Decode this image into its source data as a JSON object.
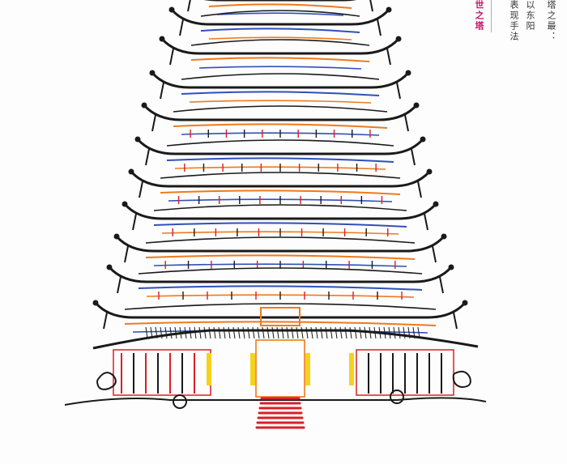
{
  "poster": {
    "subject": "pagoda-line-drawing",
    "caption_vertical": "世之塔",
    "text_columns": [
      "以东阳",
      "表现手法",
      "塔之最："
    ],
    "colors": {
      "ink": "#1a1a1a",
      "orange": "#ee7a1e",
      "blue": "#3050b8",
      "red": "#d91f26",
      "yellow": "#f6d21c",
      "magenta": "#c21a6b"
    }
  }
}
